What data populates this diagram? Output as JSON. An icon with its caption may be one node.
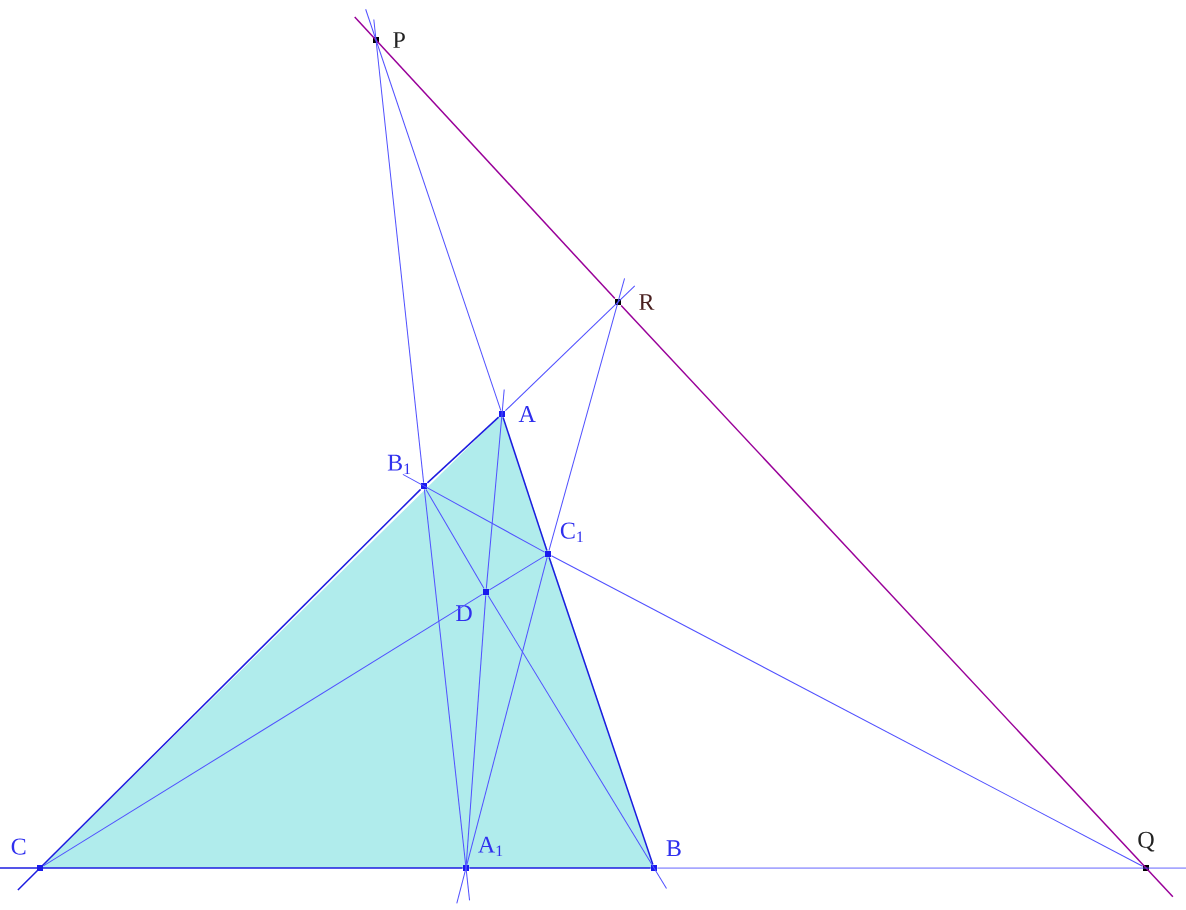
{
  "diagram": {
    "nodes": [
      {
        "text": [
          "P"
        ]
      },
      {
        "text": [
          "R"
        ]
      },
      {
        "text": [
          "A"
        ]
      },
      {
        "text": [
          "B$_{1}$"
        ]
      },
      {
        "text": [
          "C$_{1}$"
        ]
      },
      {
        "text": [
          "D"
        ]
      },
      {
        "text": [
          "C"
        ]
      },
      {
        "text": [
          "A$_{1}$"
        ]
      },
      {
        "text": [
          "B"
        ]
      },
      {
        "text": [
          "Q"
        ]
      }
    ],
    "edges": [
      {
        "from": 0,
        "to": 1,
        "arrow": "none",
        "color": "#990099"
      },
      {
        "from": 1,
        "to": 9,
        "arrow": "none",
        "color": "#990099"
      },
      {
        "from": 6,
        "to": 3,
        "arrow": "none",
        "color": "#1c1ce0"
      },
      {
        "from": 3,
        "to": 2,
        "arrow": "none",
        "color": "#1c1ce0"
      },
      {
        "from": 2,
        "to": 1,
        "arrow": "none"
      },
      {
        "from": 2,
        "to": 4,
        "arrow": "none",
        "color": "#1c1ce0"
      },
      {
        "from": 4,
        "to": 8,
        "arrow": "none",
        "color": "#1c1ce0"
      },
      {
        "from": 2,
        "to": 0,
        "arrow": "none"
      },
      {
        "from": 6,
        "to": 7,
        "arrow": "none",
        "color": "#1c1ce0"
      },
      {
        "from": 7,
        "to": 8,
        "arrow": "none",
        "color": "#1c1ce0"
      },
      {
        "from": 8,
        "to": 9,
        "arrow": "none"
      },
      {
        "from": 0,
        "to": 3,
        "arrow": "none"
      },
      {
        "from": 3,
        "to": 7,
        "arrow": "none"
      },
      {
        "from": 3,
        "to": 4,
        "arrow": "none"
      },
      {
        "from": 4,
        "to": 9,
        "arrow": "none"
      },
      {
        "from": 7,
        "to": 4,
        "arrow": "none"
      },
      {
        "from": 4,
        "to": 1,
        "arrow": "none"
      },
      {
        "from": 2,
        "to": 5,
        "arrow": "none"
      },
      {
        "from": 5,
        "to": 7,
        "arrow": "none"
      },
      {
        "from": 3,
        "to": 5,
        "arrow": "none"
      },
      {
        "from": 5,
        "to": 8,
        "arrow": "none"
      },
      {
        "from": 6,
        "to": 5,
        "arrow": "none"
      },
      {
        "from": 5,
        "to": 4,
        "arrow": "none"
      }
    ]
  }
}
